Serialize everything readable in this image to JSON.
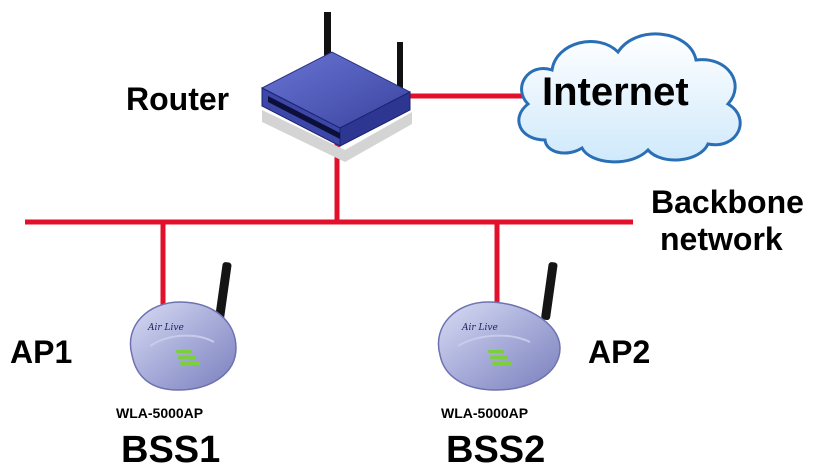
{
  "labels": {
    "router": "Router",
    "internet": "Internet",
    "backbone_line1": "Backbone",
    "backbone_line2": "network",
    "ap1": "AP1",
    "ap2": "AP2",
    "ap1_model": "WLA-5000AP",
    "ap2_model": "WLA-5000AP",
    "bss1": "BSS1",
    "bss2": "BSS2",
    "ap_brand": "Air Live"
  },
  "colors": {
    "link": "#e3102c",
    "router_body": "#4a55b8",
    "router_dark": "#1c2372",
    "cloud_fill": "#cfe9fb",
    "cloud_edge": "#2a6fb5",
    "ap_body": "#a7acd9",
    "ap_light": "#7ccf3a"
  },
  "icons": {
    "router": "router-icon",
    "cloud": "cloud-icon",
    "access_point": "access-point-icon"
  }
}
